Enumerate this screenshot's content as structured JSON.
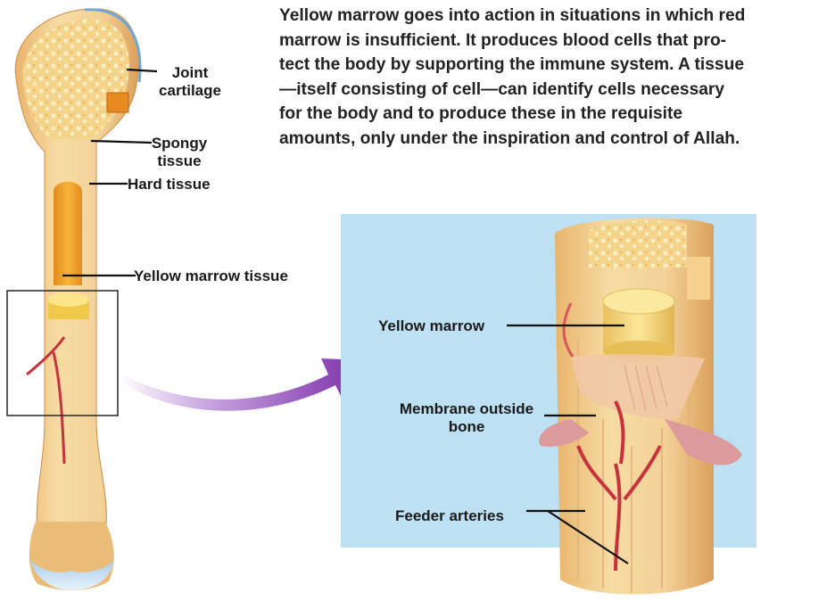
{
  "caption_lines": [
    "Yellow marrow goes into action in situations in which red",
    "marrow is insufficient. It produces blood cells that pro-",
    "tect the body by supporting the immune system. A tissue",
    "—itself consisting of cell—can identify cells necessary",
    "for the body and to produce these in the requisite",
    "amounts, only under the inspiration and control of Allah."
  ],
  "labels": {
    "joint_cartilage": [
      "Joint",
      "cartilage"
    ],
    "spongy_tissue": [
      "Spongy",
      "tissue"
    ],
    "hard_tissue": "Hard tissue",
    "yellow_marrow_tissue": "Yellow marrow tissue",
    "yellow_marrow": "Yellow marrow",
    "membrane_outside_bone": [
      "Membrane outside",
      "bone"
    ],
    "feeder_arteries": "Feeder arteries"
  },
  "colors": {
    "panel_bg": "#bde0f2",
    "bone": "#f2cf8e",
    "bone_shade": "#e0a860",
    "marrow": "#f0b020",
    "artery": "#c8323c",
    "cartilage": "#cfe3f5",
    "arrow": "#8a3fb0"
  }
}
